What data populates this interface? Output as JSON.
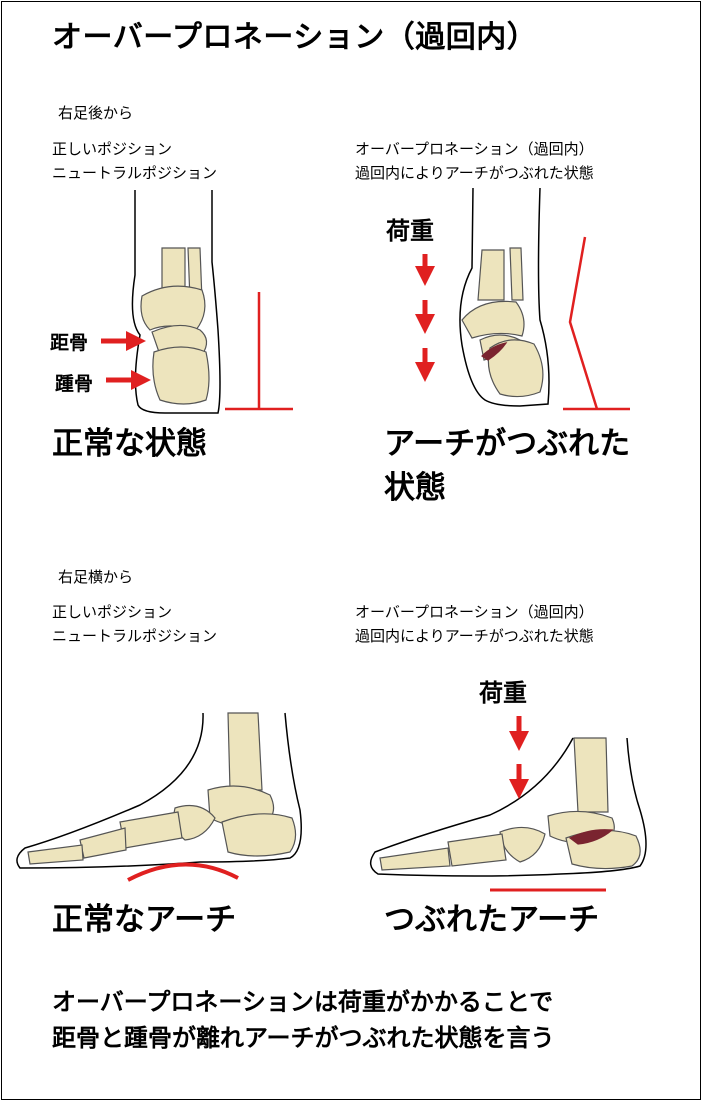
{
  "title": "オーバープロネーション（過回内）",
  "section_back": {
    "heading": "右足後から",
    "left_caption": [
      "正しいポジション",
      "ニュートラルポジション"
    ],
    "right_caption": [
      "オーバープロネーション（過回内）",
      "過回内によりアーチがつぶれた状態"
    ],
    "load_label": "荷重",
    "talus_label": "距骨",
    "calcaneus_label": "踵骨",
    "left_result": "正常な状態",
    "right_result": [
      "アーチがつぶれた",
      "状態"
    ]
  },
  "section_side": {
    "heading": "右足横から",
    "left_caption": [
      "正しいポジション",
      "ニュートラルポジション"
    ],
    "right_caption": [
      "オーバープロネーション（過回内）",
      "過回内によりアーチがつぶれた状態"
    ],
    "load_label": "荷重",
    "left_result": "正常なアーチ",
    "right_result": "つぶれたアーチ"
  },
  "footer": [
    "オーバープロネーションは荷重がかかることで",
    "距骨と踵骨が離れアーチがつぶれた状態を言う"
  ],
  "colors": {
    "accent": "#e02020",
    "bone": "#ede4bd",
    "bone_stroke": "#555555",
    "tissue": "#7a2430"
  }
}
